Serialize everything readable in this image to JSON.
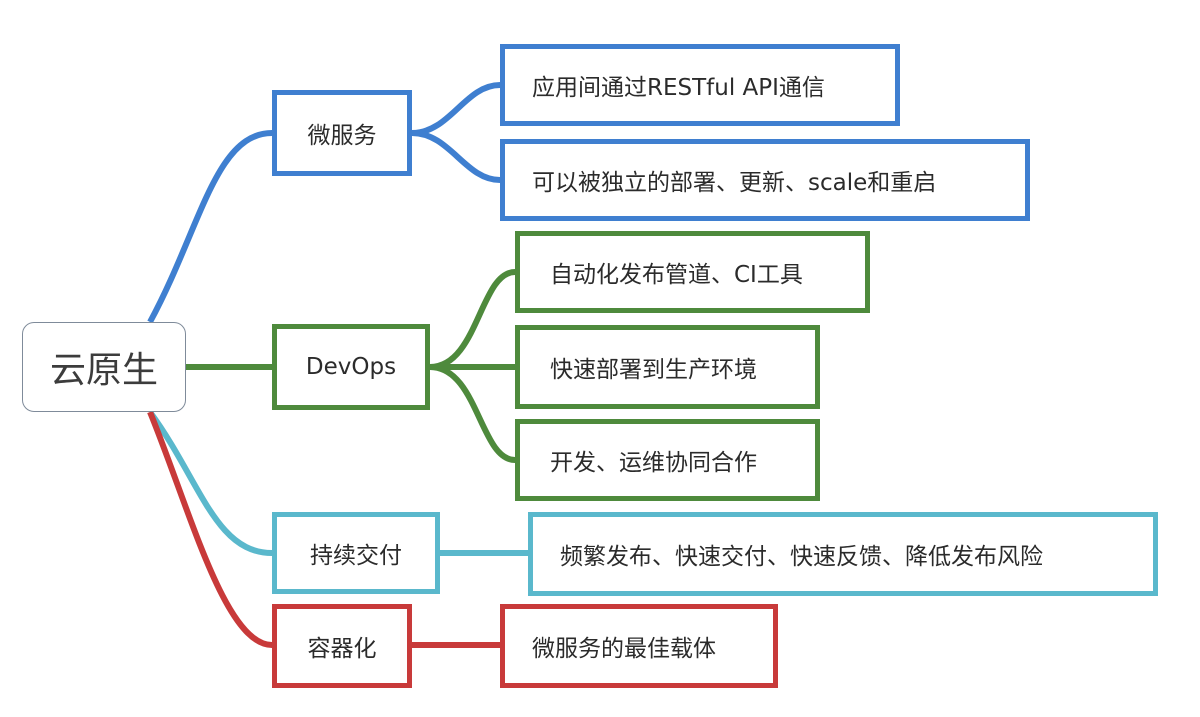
{
  "root": {
    "label": "云原生"
  },
  "branches": [
    {
      "id": "microservices",
      "label": "微服务",
      "color": "#3f7fd0",
      "leaves": [
        "应用间通过RESTful API通信",
        "可以被独立的部署、更新、scale和重启"
      ]
    },
    {
      "id": "devops",
      "label": "DevOps",
      "color": "#4e8a3c",
      "leaves": [
        "自动化发布管道、CI工具",
        "快速部署到生产环境",
        "开发、运维协同合作"
      ]
    },
    {
      "id": "cd",
      "label": "持续交付",
      "color": "#5ab8cc",
      "leaves": [
        "频繁发布、快速交付、快速反馈、降低发布风险"
      ]
    },
    {
      "id": "containers",
      "label": "容器化",
      "color": "#c83a3a",
      "leaves": [
        "微服务的最佳载体"
      ]
    }
  ]
}
